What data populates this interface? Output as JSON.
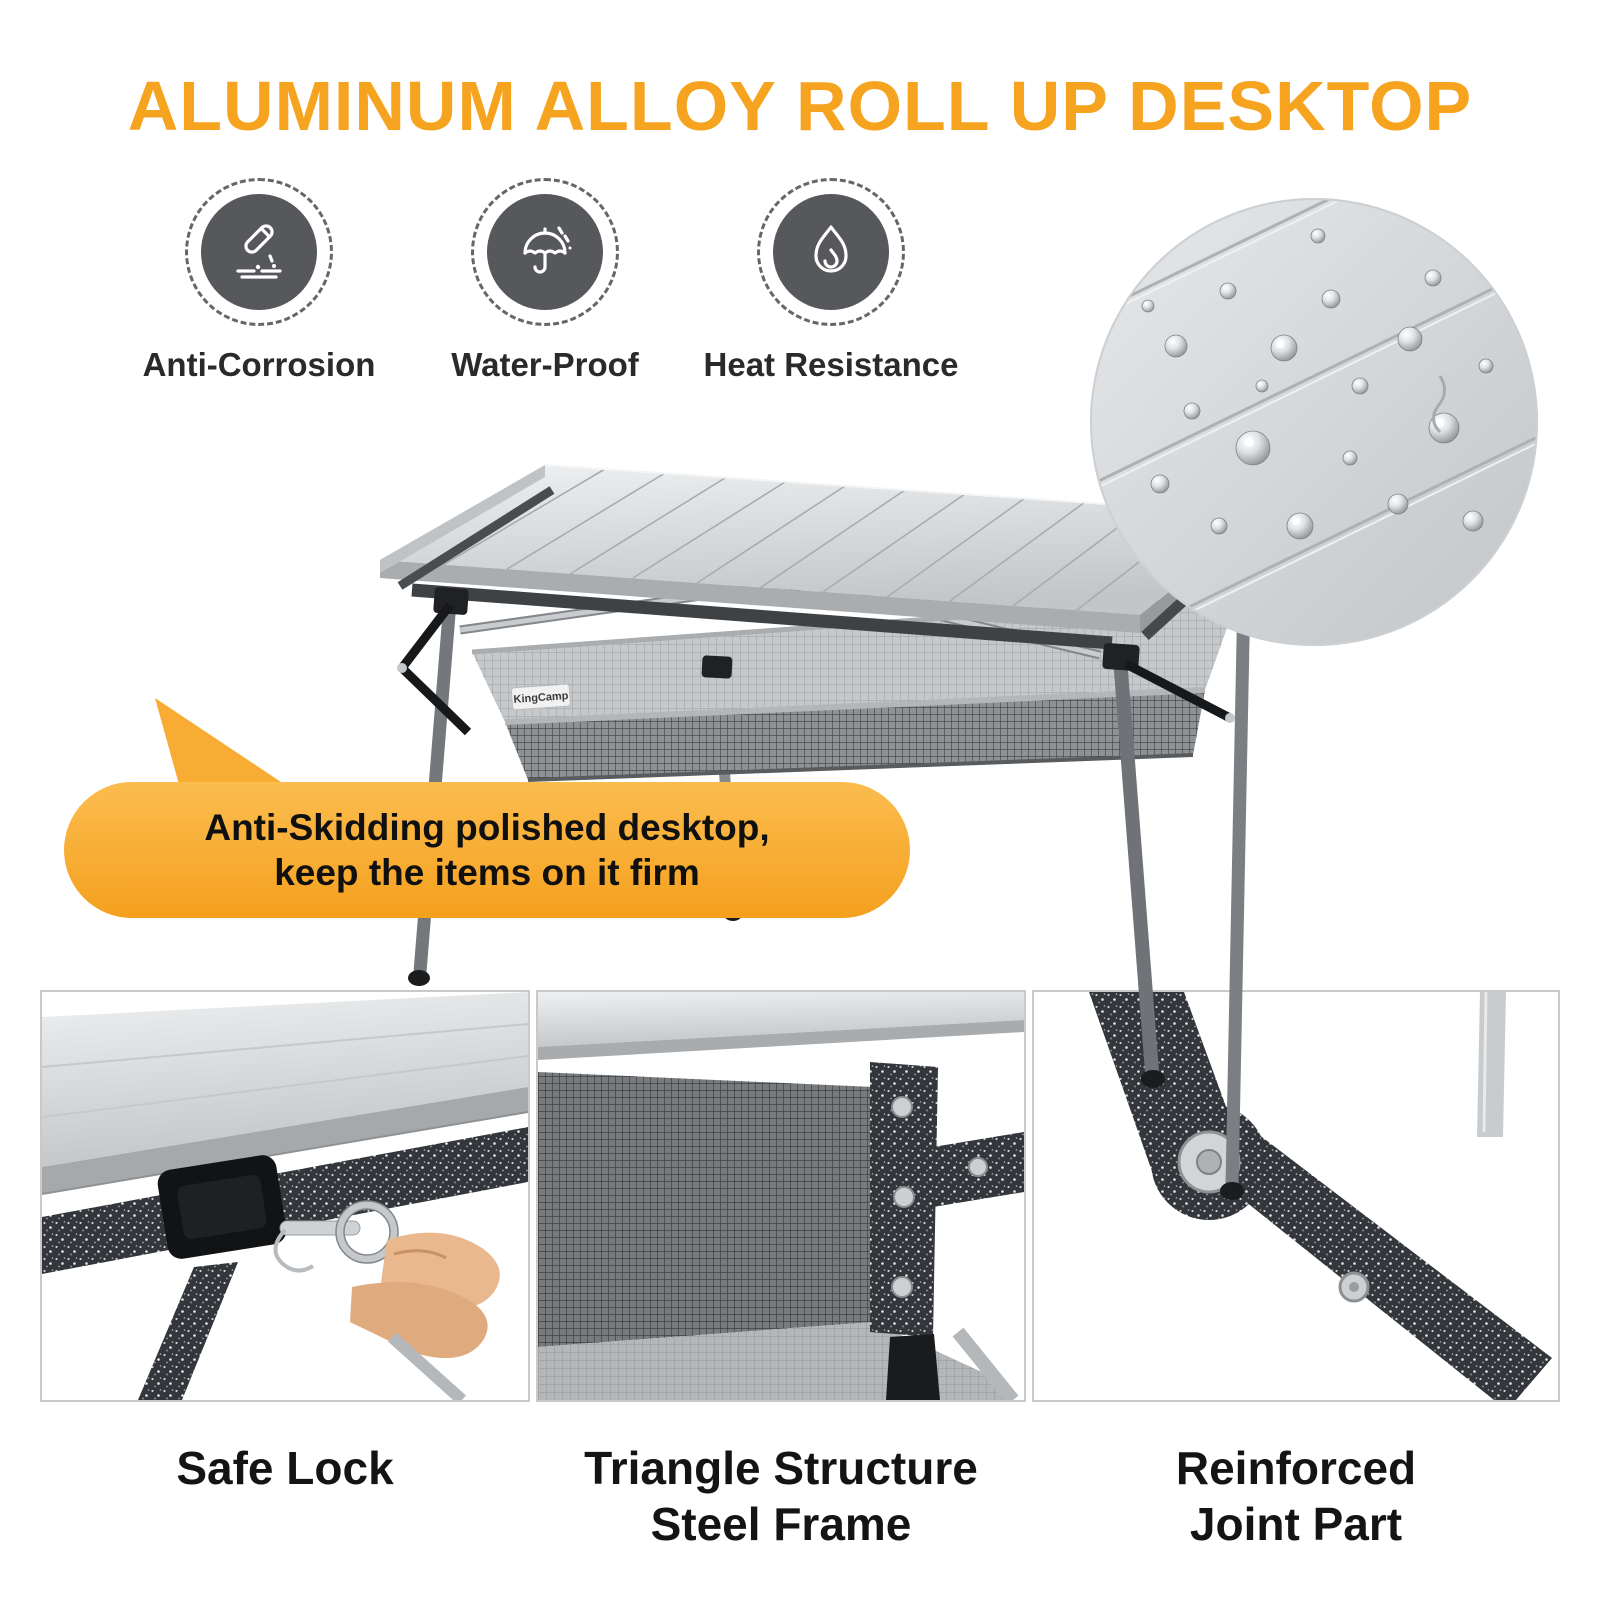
{
  "title": "ALUMINUM ALLOY ROLL UP DESKTOP",
  "features": [
    {
      "label": "Anti-Corrosion",
      "icon": "test-tube-drip-icon"
    },
    {
      "label": "Water-Proof",
      "icon": "umbrella-rain-icon"
    },
    {
      "label": "Heat Resistance",
      "icon": "flame-icon"
    }
  ],
  "callout": {
    "line1": "Anti-Skidding polished desktop,",
    "line2": "keep the items on it firm"
  },
  "brand_tag": "KingCamp",
  "panels": [
    {
      "lines": [
        "Safe Lock"
      ]
    },
    {
      "lines": [
        "Triangle Structure",
        "Steel Frame"
      ]
    },
    {
      "lines": [
        "Reinforced",
        "Joint Part"
      ]
    }
  ],
  "colors": {
    "accent_orange": "#F6A41F",
    "badge_gray": "#56585b",
    "text_dark": "#141414",
    "metal_speckle": "#35383c",
    "aluminum_light": "#e4e6e8"
  }
}
